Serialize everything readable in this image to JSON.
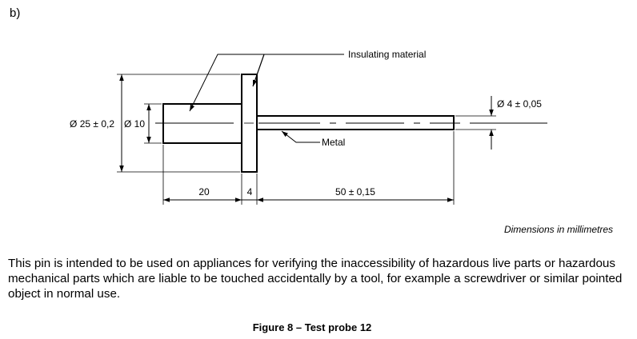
{
  "part_label": "b)",
  "labels": {
    "insulating_material": "Insulating material",
    "metal": "Metal"
  },
  "dimensions": {
    "outer_diameter": "Ø 25 ± 0,2",
    "handle_diameter": "Ø 10",
    "pin_diameter": "Ø 4 ± 0,05",
    "handle_length": "20",
    "flange_thickness": "4",
    "pin_length": "50 ± 0,15"
  },
  "units_note": "Dimensions in millimetres",
  "description": "This pin is intended to be used on appliances for verifying the inaccessibility of hazardous live parts or hazardous mechanical parts which are liable to be touched accidentally by a tool, for example a screwdriver or similar pointed object in normal use.",
  "figure_title": "Figure 8 – Test probe 12"
}
